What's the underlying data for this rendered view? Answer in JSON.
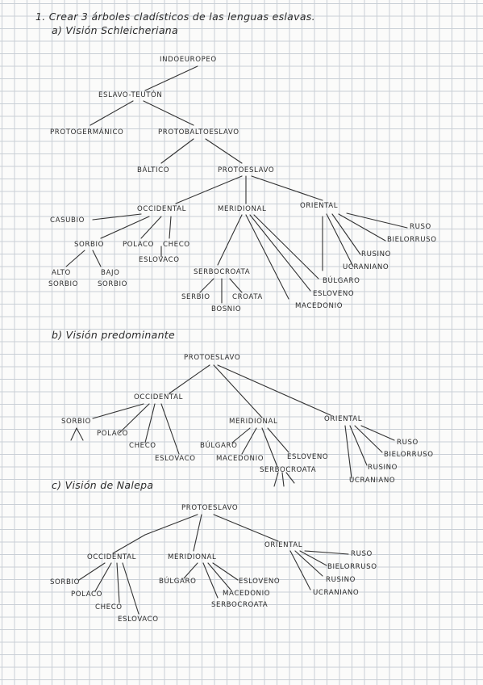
{
  "heading": {
    "title": "1. Crear 3 árboles cladísticos de las lenguas eslavas.",
    "sub_a": "a) Visión Schleicheriana",
    "sub_b": "b) Visión predominante",
    "sub_c": "c) Visión de Nalepa"
  },
  "tree_a": {
    "indoeuropeo": "INDOEUROPEO",
    "eslavo_teuton": "ESLAVO-TEUTÓN",
    "protogermanico": "PROTOGERMÁNICO",
    "protobaltoeslavo": "PROTOBALTOESLAVO",
    "baltico": "BÁLTICO",
    "protoeslavo": "PROTOESLAVO",
    "occidental": "OCCIDENTAL",
    "meridional": "MERIDIONAL",
    "oriental": "ORIENTAL",
    "casubio": "CASUBIO",
    "sorbio": "SORBIO",
    "polaco": "POLACO",
    "checo": "CHECO",
    "eslovaco": "ESLOVACO",
    "alto_1": "ALTO",
    "alto_2": "SORBIO",
    "bajo_1": "BAJO",
    "bajo_2": "SORBIO",
    "serbocroata": "SERBOCROATA",
    "serbio": "SERBIO",
    "croata": "CROATA",
    "bosnio": "BOSNIO",
    "bulgaro": "BÚLGARO",
    "esloveno": "ESLOVENO",
    "macedonio": "MACEDONIO",
    "ruso": "RUSO",
    "bielorruso": "BIELORRUSO",
    "rusino": "RUSINO",
    "ucraniano": "UCRANIANO"
  },
  "tree_b": {
    "protoeslavo": "PROTOESLAVO",
    "occidental": "OCCIDENTAL",
    "meridional": "MERIDIONAL",
    "oriental": "ORIENTAL",
    "sorbio": "SORBIO",
    "polaco": "POLACO",
    "checo": "CHECO",
    "eslovaco": "ESLOVACO",
    "bulgaro": "BÚLGARO",
    "macedonio": "MACEDONIO",
    "esloveno": "ESLOVENO",
    "serbocroata": "SERBOCROATA",
    "ruso": "RUSO",
    "bielorruso": "BIELORRUSO",
    "rusino": "RUSINO",
    "ucraniano": "UCRANIANO"
  },
  "tree_c": {
    "protoeslavo": "PROTOESLAVO",
    "occidental": "OCCIDENTAL",
    "meridional": "MERIDIONAL",
    "oriental": "ORIENTAL",
    "sorbio": "SORBIO",
    "polaco": "POLACO",
    "checo": "CHECO",
    "eslovaco": "ESLOVACO",
    "bulgaro": "BÚLGARO",
    "esloveno": "ESLOVENO",
    "macedonio": "MACEDONIO",
    "serbocroata": "SERBOCROATA",
    "ruso": "RUSO",
    "bielorruso": "BIELORRUSO",
    "rusino": "RUSINO",
    "ucraniano": "UCRANIANO"
  }
}
